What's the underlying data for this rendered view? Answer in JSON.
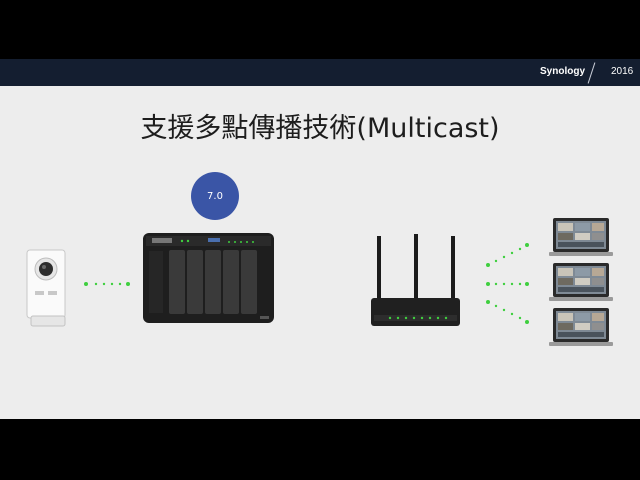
{
  "header": {
    "brand": "Synology",
    "year": "2016"
  },
  "slide": {
    "title": "支援多點傳播技術(Multicast)",
    "version_badge": "7.0"
  },
  "colors": {
    "header_bg": "#141e30",
    "slide_bg": "#ededed",
    "badge": "#3a55a6",
    "connector": "#3fcf3f"
  },
  "icons": [
    "ip-camera-icon",
    "nas-icon",
    "router-icon",
    "laptop-icon"
  ]
}
